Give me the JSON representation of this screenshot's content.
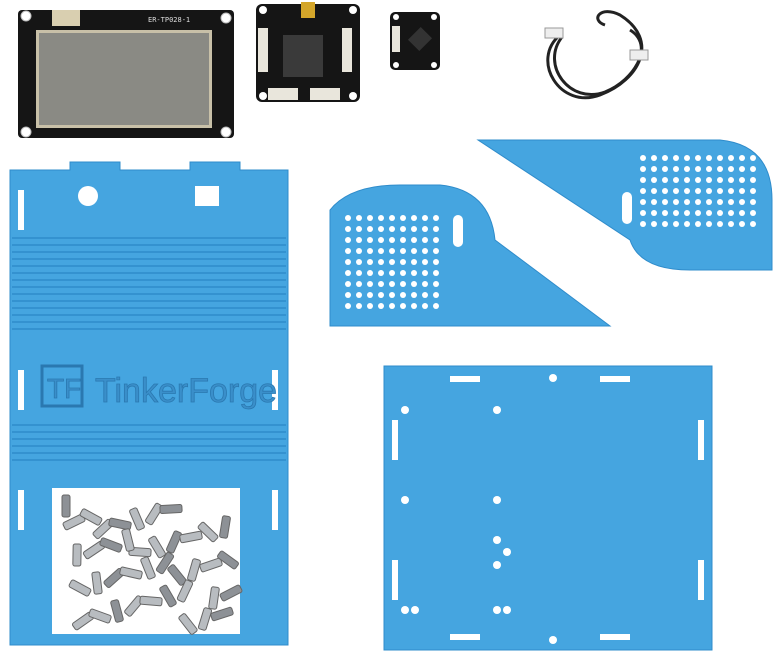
{
  "photo": {
    "display_module": {
      "label": "ER-TP028-1"
    },
    "case_logo": {
      "mark": "TF",
      "text": "TinkerForge"
    },
    "colors": {
      "acrylic_blue": "#45a5e0",
      "acrylic_edge": "#2f8ccb",
      "pcb_black": "#151515",
      "screen_gray": "#8a8a84",
      "connector_white": "#e9e6dc",
      "usb_gold": "#d4a62a"
    }
  }
}
